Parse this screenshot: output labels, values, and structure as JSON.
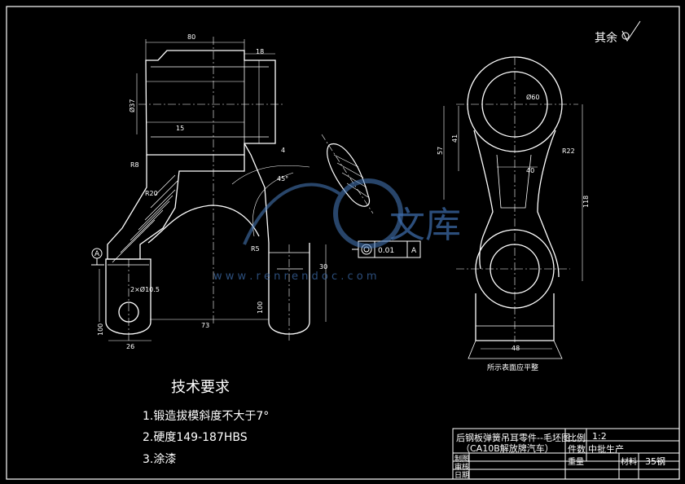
{
  "drawing": {
    "roughness_note": "其余",
    "technical_requirements": {
      "title": "技术要求",
      "items": [
        "1.锻造拔模斜度不大于7°",
        "2.硬度149-187HBS",
        "3.涂漆"
      ]
    },
    "title_block": {
      "part_name_line1": "后钢板弹簧吊耳零件--毛坯图",
      "part_name_line2": "（CA10B解放牌汽车）",
      "scale_label": "比例",
      "scale_value": "1:2",
      "count_label": "件数",
      "count_value": "中批生产",
      "drawn_label": "制图",
      "checked_label": "审核",
      "date_label": "日期",
      "weight_label": "重量",
      "material_label": "材料",
      "material_value": "35钢"
    },
    "tolerance_frame": {
      "tolerance": "0.01",
      "datum": "A"
    },
    "datum_marker": "A",
    "view_note": "所示表面应平整",
    "dimensions": {
      "top_width": "80",
      "top_right": "18",
      "hole_dia": "Ø37",
      "rib": "15",
      "left_r": "R8",
      "r20": "R20",
      "r5": "R5",
      "angle": "45°",
      "gap": "4",
      "bottom_width": "73",
      "bottom_left": "26",
      "hole_small": "2×Ø10.5",
      "dim_30": "30",
      "right_57": "57",
      "right_41": "41",
      "right_40": "40",
      "right_48": "48",
      "right_118": "118",
      "r22": "R22",
      "dia_60": "Ø60",
      "ra1": "100",
      "ra2": "100"
    },
    "watermark": {
      "brand": "文库",
      "url": "w w w . r e n r e n d o c . c o m"
    }
  }
}
